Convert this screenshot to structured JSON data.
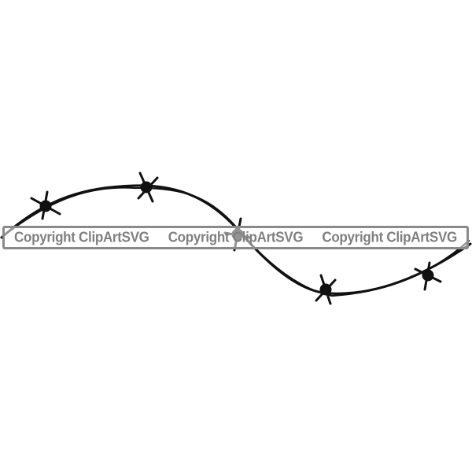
{
  "image": {
    "subject": "barbed wire S-curve clipart",
    "wire_color": "#111111",
    "background": "#ffffff"
  },
  "watermark": {
    "repeats": [
      "Copyright ClipArtSVG",
      "Copyright ClipArtSVG",
      "Copyright ClipArtSVG"
    ],
    "text_color": "#808080",
    "border_color": "#8a8a8a"
  }
}
